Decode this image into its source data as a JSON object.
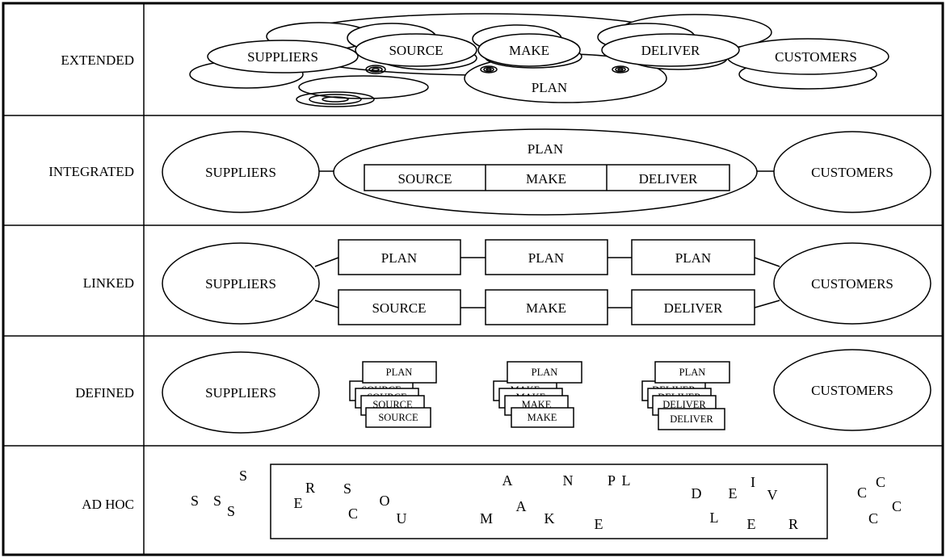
{
  "levels": {
    "extended": "EXTENDED",
    "integrated": "INTEGRATED",
    "linked": "LINKED",
    "defined": "DEFINED",
    "adhoc": "AD HOC"
  },
  "labels": {
    "suppliers": "SUPPLIERS",
    "customers": "CUSTOMERS",
    "plan": "PLAN",
    "source": "SOURCE",
    "make": "MAKE",
    "deliver": "DELIVER"
  },
  "adhoc": {
    "suppliers_letters": [
      "S",
      "S",
      "S",
      "S"
    ],
    "scattered_letters": [
      "E",
      "R",
      "S",
      "C",
      "O",
      "U",
      "A",
      "N",
      "P",
      "L",
      "M",
      "A",
      "K",
      "E",
      "D",
      "E",
      "I",
      "V",
      "L",
      "E",
      "R"
    ],
    "customers_letters": [
      "C",
      "C",
      "C",
      "C"
    ]
  }
}
